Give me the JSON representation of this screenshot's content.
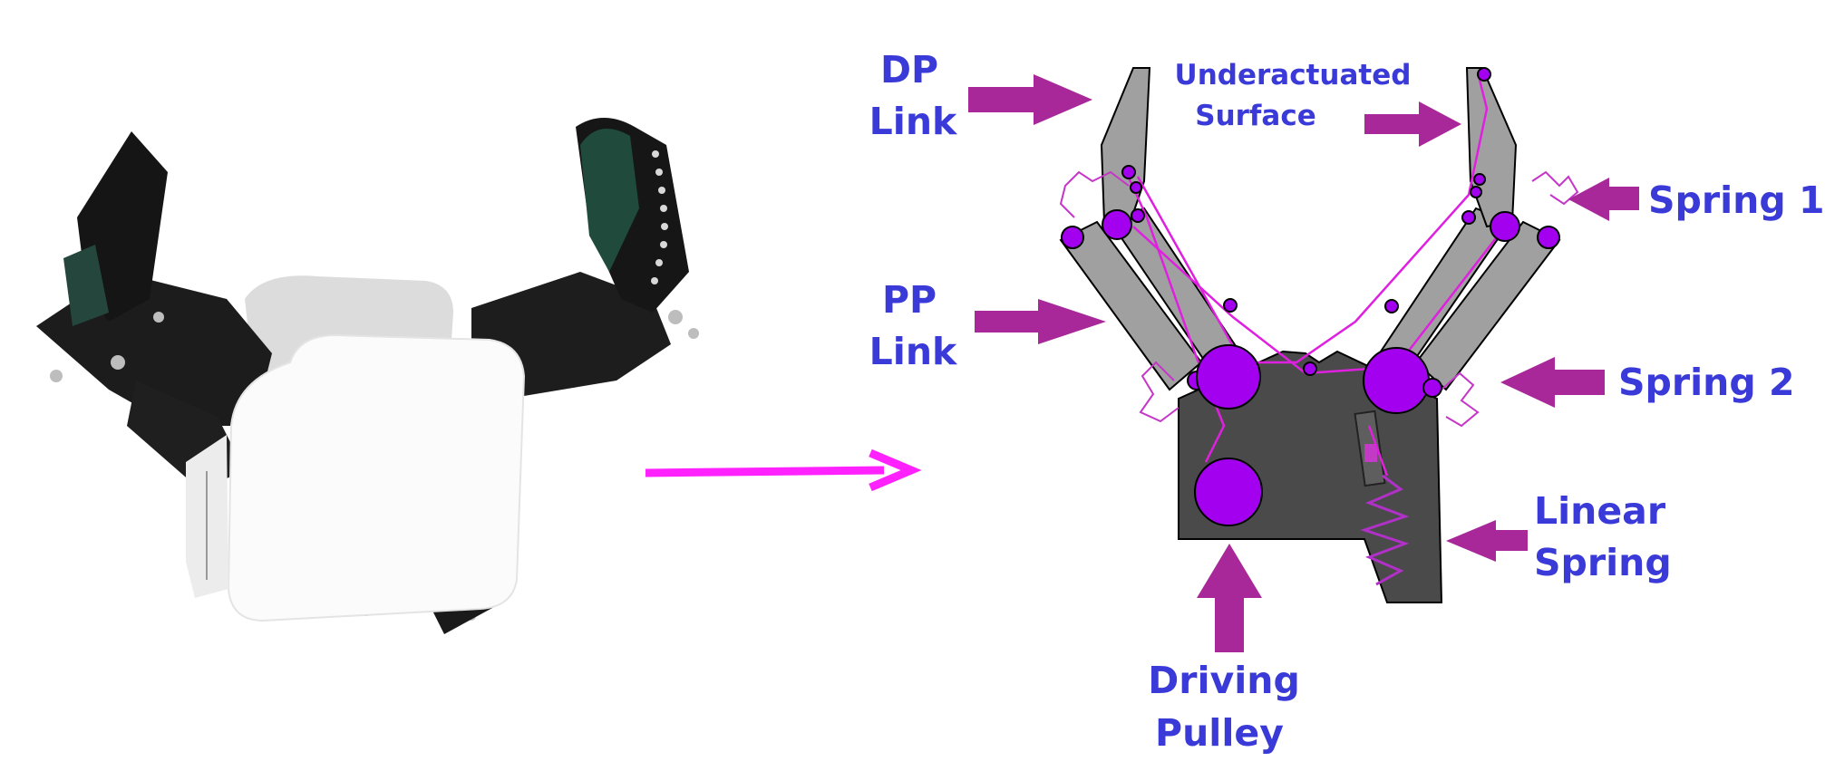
{
  "labels": {
    "dp_line1": "DP",
    "dp_line2": "Link",
    "underactuated_line1": "Underactuated",
    "underactuated_line2": "Surface",
    "spring1": "Spring 1",
    "pp_line1": "PP",
    "pp_line2": "Link",
    "spring2": "Spring 2",
    "linear_line1": "Linear",
    "linear_line2": "Spring",
    "driving_line1": "Driving",
    "driving_line2": "Pulley"
  },
  "colors": {
    "label_text": "#3a3ad8",
    "callout_arrow": "#a8289a",
    "transition_arrow": "#ff22ff",
    "link_gray": "#a0a0a0",
    "base_dark": "#4a4a4a",
    "joint_purple": "#a300f0",
    "tendon_magenta": "#e020e0"
  }
}
